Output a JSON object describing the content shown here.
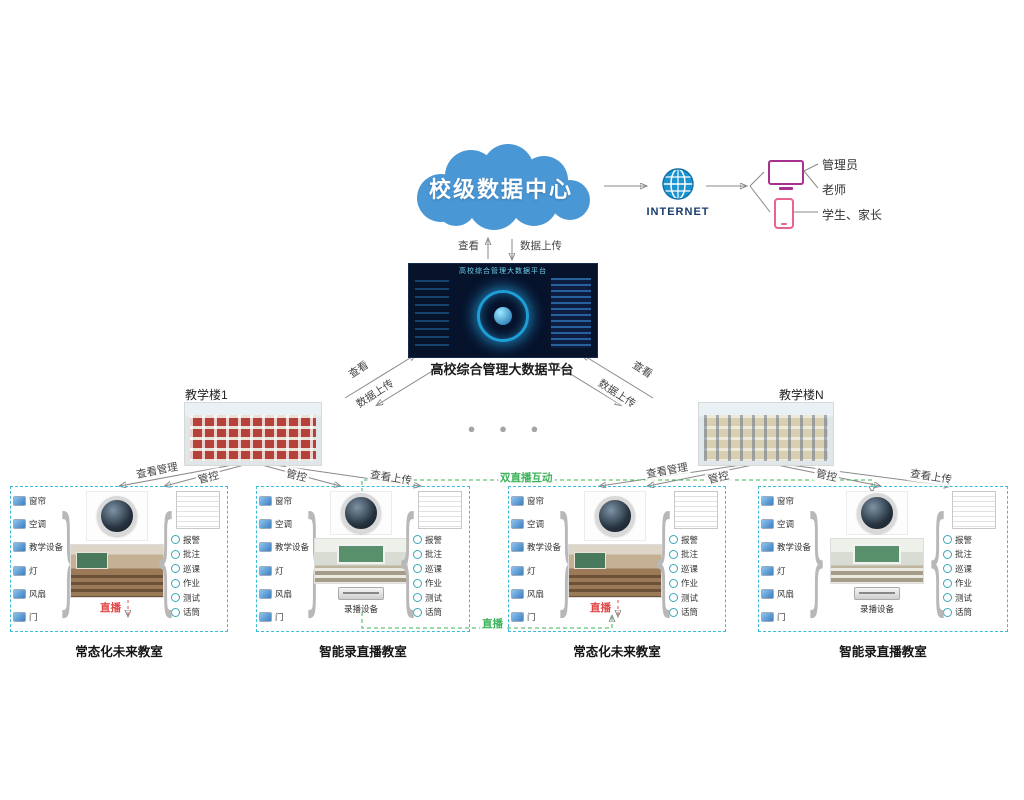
{
  "cloud": {
    "label": "校级数据中心"
  },
  "internet": {
    "label": "INTERNET"
  },
  "users": {
    "items": [
      {
        "label": "管理员"
      },
      {
        "label": "老师"
      },
      {
        "label": "学生、家长"
      }
    ]
  },
  "platform": {
    "label": "高校综合管理大数据平台",
    "screen_title": "高校综合管理大数据平台"
  },
  "edges": {
    "view": "查看",
    "upload": "数据上传",
    "view_manage": "查看管理",
    "view_upload": "查看上传",
    "control": "管控",
    "live": "直播",
    "dual_live": "双直播互动"
  },
  "buildings": [
    {
      "label": "教学楼1"
    },
    {
      "label": "教学楼N"
    }
  ],
  "ellipsis": "● ● ●",
  "classrooms": [
    {
      "label": "常态化未来教室"
    },
    {
      "label": "智能录直播教室"
    },
    {
      "label": "常态化未来教室"
    },
    {
      "label": "智能录直播教室"
    }
  ],
  "devices": {
    "left": [
      "窗帘",
      "空调",
      "教学设备",
      "灯",
      "风扇",
      "门"
    ],
    "right": [
      "报警",
      "批注",
      "巡课",
      "作业",
      "测试",
      "话筒"
    ],
    "recorder": "录播设备"
  },
  "colors": {
    "cloud_blue": "#4a97d6",
    "accent_cyan": "#3bbcd8",
    "live_red": "#e04848",
    "live_green": "#3cb35a"
  }
}
